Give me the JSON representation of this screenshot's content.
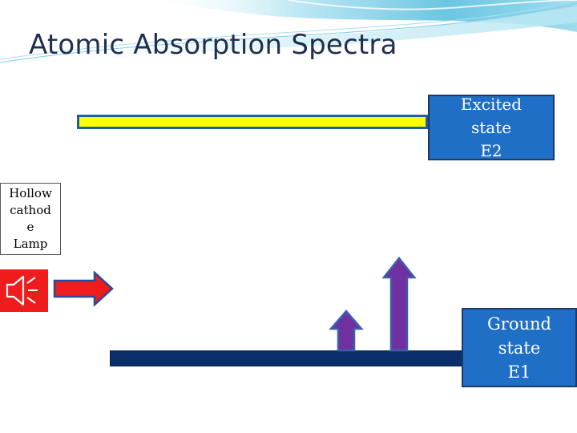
{
  "slide": {
    "title": "Atomic Absorption Spectra"
  },
  "labels": {
    "excited_state": "Excited\nstate\nE2",
    "ground_state": "Ground\nstate\nE1",
    "lamp": "Hollow\ncathod\ne\nLamp"
  },
  "colors": {
    "title": "#1f2f4f",
    "state_box": "#1f6fc6",
    "excited_bar": "#ffff00",
    "ground_bar": "#0a2f6a",
    "absorption_arrow": "#7030a0",
    "lamp_arrow": "#ee1c1c",
    "speaker_box": "#ee1c1c",
    "header_wave": "#8fd3ea"
  },
  "icons": {
    "speaker": "speaker-icon",
    "lamp_arrow": "right-arrow-icon",
    "absorption_arrows": "up-arrow-icon"
  }
}
